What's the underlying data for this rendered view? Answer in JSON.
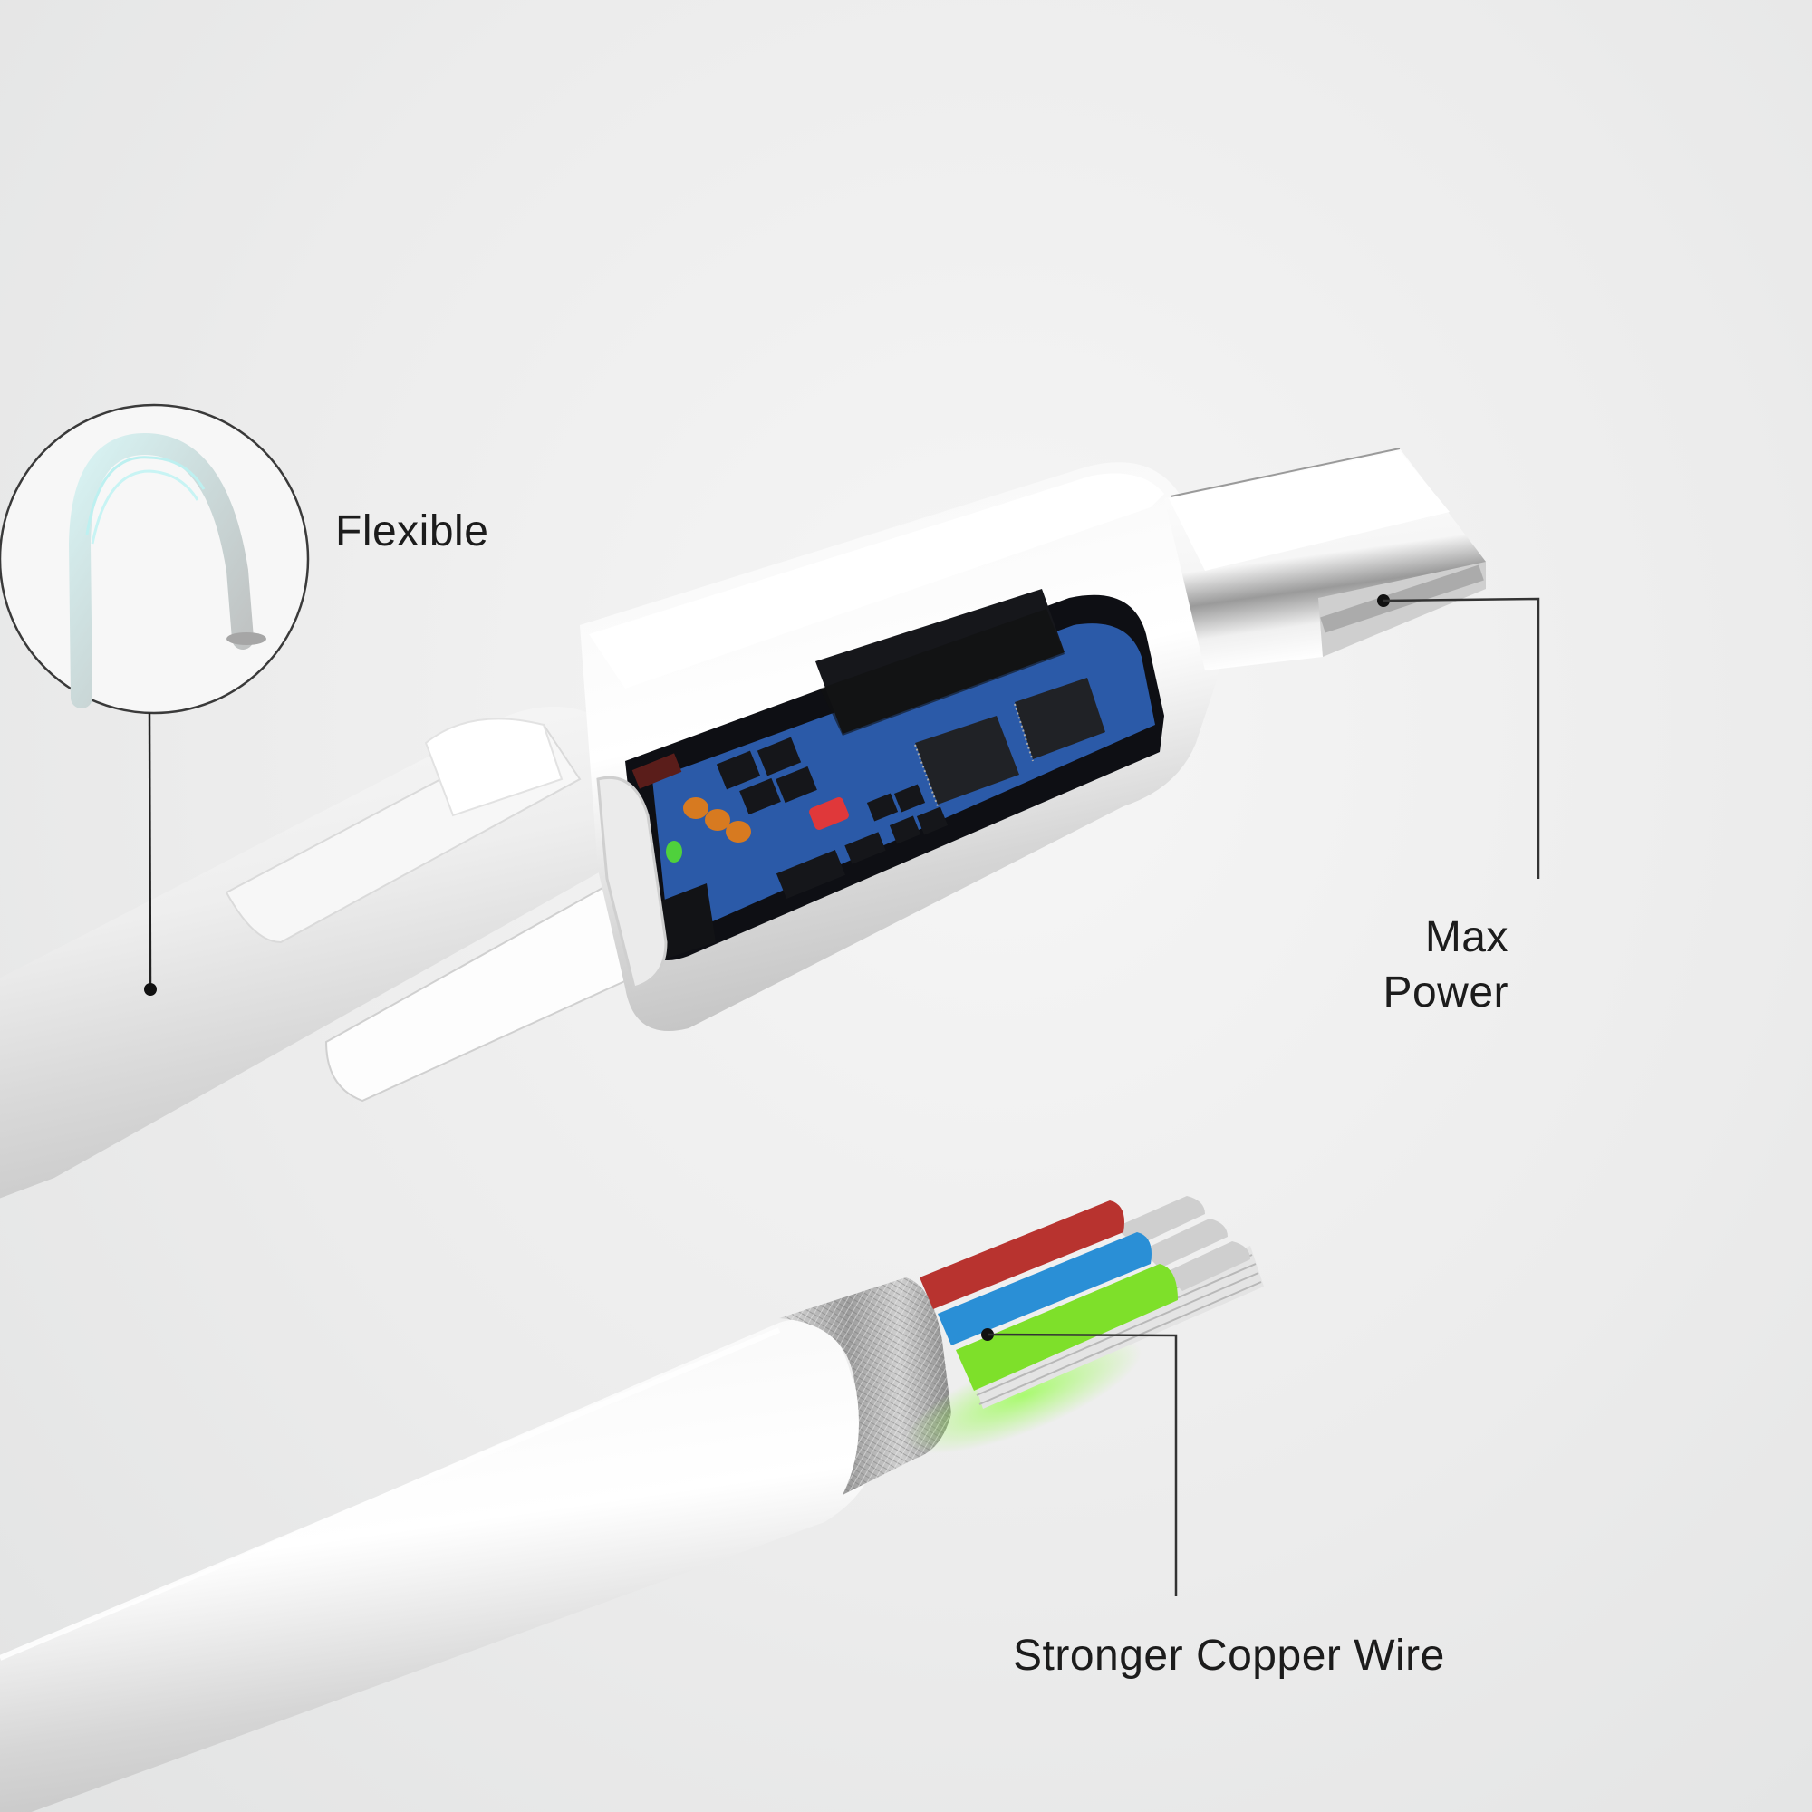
{
  "image": {
    "subject": "USB-C cable cutaway product illustration",
    "background_color": "#ececec"
  },
  "callouts": {
    "flexible": {
      "label": "Flexible",
      "inset_icon": "bent-cable-icon"
    },
    "max_power": {
      "line1": "Max",
      "line2": "Power"
    },
    "copper_wire": {
      "label": "Stronger Copper Wire"
    }
  },
  "components": {
    "connector": "usb-c-plug",
    "cutaway": "circuit-board",
    "wire_colors": {
      "red": "#b8332f",
      "blue": "#2a8fd6",
      "green": "#7ee02a",
      "silver": "#c8c8c8"
    },
    "pcb_color": "#2b5aa8"
  }
}
